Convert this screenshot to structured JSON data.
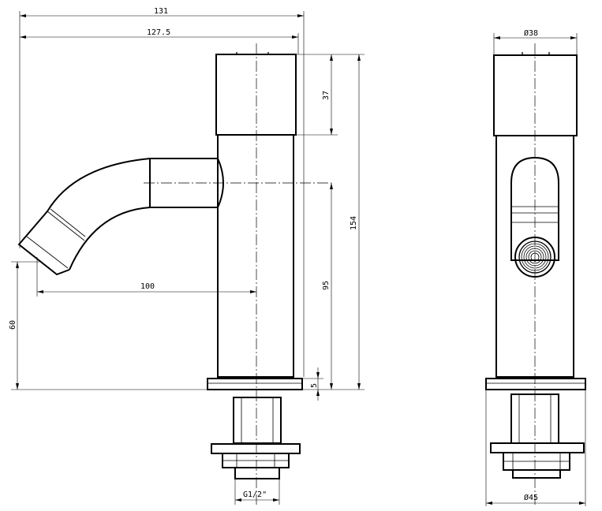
{
  "drawing": {
    "dimensions": {
      "overall_width": "131",
      "spout_reach_width": "127.5",
      "head_height": "37",
      "total_height": "154",
      "spout_center_height": "95",
      "base_thickness": "5",
      "outlet_height": "60",
      "spout_projection": "100",
      "head_diameter": "Ø38",
      "base_diameter": "Ø45",
      "thread": "G1/2\""
    }
  }
}
